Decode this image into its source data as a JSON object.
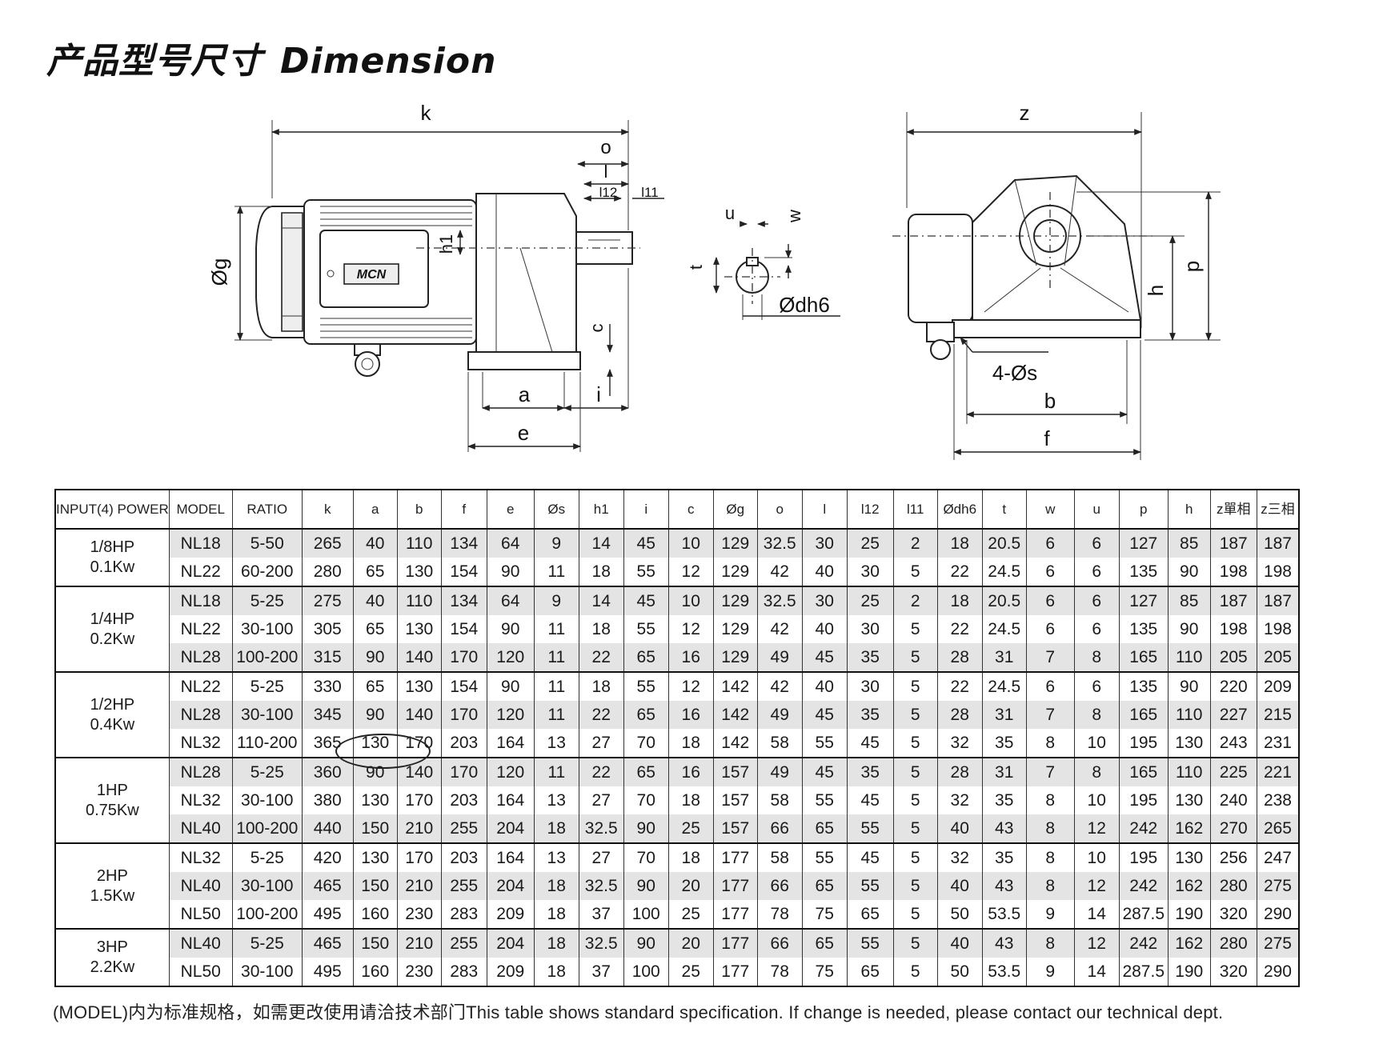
{
  "title": {
    "cn": "产品型号尺寸",
    "en": "Dimension"
  },
  "figure_labels": {
    "k": "k",
    "o": "o",
    "l": "l",
    "l12": "l12",
    "l11": "l11",
    "h1": "h1",
    "g": "Øg",
    "c": "c",
    "a": "a",
    "i": "i",
    "e": "e",
    "u": "u",
    "w": "w",
    "t": "t",
    "dh6": "Ødh6",
    "z": "z",
    "p": "p",
    "h": "h",
    "s": "4-Øs",
    "b": "b",
    "f": "f",
    "logo": "MCN"
  },
  "table": {
    "headers": [
      "INPUT(4) POWER",
      "MODEL",
      "RATIO",
      "k",
      "a",
      "b",
      "f",
      "e",
      "Øs",
      "h1",
      "i",
      "c",
      "Øg",
      "o",
      "l",
      "l12",
      "l11",
      "Ødh6",
      "t",
      "w",
      "u",
      "p",
      "h",
      "z單相",
      "z三相"
    ],
    "groups": [
      {
        "power": "1/8HP",
        "kw": "0.1Kw",
        "rows": [
          [
            "NL18",
            "5-50",
            "265",
            "40",
            "110",
            "134",
            "64",
            "9",
            "14",
            "45",
            "10",
            "129",
            "32.5",
            "30",
            "25",
            "2",
            "18",
            "20.5",
            "6",
            "6",
            "127",
            "85",
            "187",
            "187"
          ],
          [
            "NL22",
            "60-200",
            "280",
            "65",
            "130",
            "154",
            "90",
            "11",
            "18",
            "55",
            "12",
            "129",
            "42",
            "40",
            "30",
            "5",
            "22",
            "24.5",
            "6",
            "6",
            "135",
            "90",
            "198",
            "198"
          ]
        ]
      },
      {
        "power": "1/4HP",
        "kw": "0.2Kw",
        "rows": [
          [
            "NL18",
            "5-25",
            "275",
            "40",
            "110",
            "134",
            "64",
            "9",
            "14",
            "45",
            "10",
            "129",
            "32.5",
            "30",
            "25",
            "2",
            "18",
            "20.5",
            "6",
            "6",
            "127",
            "85",
            "187",
            "187"
          ],
          [
            "NL22",
            "30-100",
            "305",
            "65",
            "130",
            "154",
            "90",
            "11",
            "18",
            "55",
            "12",
            "129",
            "42",
            "40",
            "30",
            "5",
            "22",
            "24.5",
            "6",
            "6",
            "135",
            "90",
            "198",
            "198"
          ],
          [
            "NL28",
            "100-200",
            "315",
            "90",
            "140",
            "170",
            "120",
            "11",
            "22",
            "65",
            "16",
            "129",
            "49",
            "45",
            "35",
            "5",
            "28",
            "31",
            "7",
            "8",
            "165",
            "110",
            "205",
            "205"
          ]
        ]
      },
      {
        "power": "1/2HP",
        "kw": "0.4Kw",
        "rows": [
          [
            "NL22",
            "5-25",
            "330",
            "65",
            "130",
            "154",
            "90",
            "11",
            "18",
            "55",
            "12",
            "142",
            "42",
            "40",
            "30",
            "5",
            "22",
            "24.5",
            "6",
            "6",
            "135",
            "90",
            "220",
            "209"
          ],
          [
            "NL28",
            "30-100",
            "345",
            "90",
            "140",
            "170",
            "120",
            "11",
            "22",
            "65",
            "16",
            "142",
            "49",
            "45",
            "35",
            "5",
            "28",
            "31",
            "7",
            "8",
            "165",
            "110",
            "227",
            "215"
          ],
          [
            "NL32",
            "110-200",
            "365",
            "130",
            "170",
            "203",
            "164",
            "13",
            "27",
            "70",
            "18",
            "142",
            "58",
            "55",
            "45",
            "5",
            "32",
            "35",
            "8",
            "10",
            "195",
            "130",
            "243",
            "231"
          ]
        ]
      },
      {
        "power": "1HP",
        "kw": "0.75Kw",
        "rows": [
          [
            "NL28",
            "5-25",
            "360",
            "90",
            "140",
            "170",
            "120",
            "11",
            "22",
            "65",
            "16",
            "157",
            "49",
            "45",
            "35",
            "5",
            "28",
            "31",
            "7",
            "8",
            "165",
            "110",
            "225",
            "221"
          ],
          [
            "NL32",
            "30-100",
            "380",
            "130",
            "170",
            "203",
            "164",
            "13",
            "27",
            "70",
            "18",
            "157",
            "58",
            "55",
            "45",
            "5",
            "32",
            "35",
            "8",
            "10",
            "195",
            "130",
            "240",
            "238"
          ],
          [
            "NL40",
            "100-200",
            "440",
            "150",
            "210",
            "255",
            "204",
            "18",
            "32.5",
            "90",
            "25",
            "157",
            "66",
            "65",
            "55",
            "5",
            "40",
            "43",
            "8",
            "12",
            "242",
            "162",
            "270",
            "265"
          ]
        ]
      },
      {
        "power": "2HP",
        "kw": "1.5Kw",
        "rows": [
          [
            "NL32",
            "5-25",
            "420",
            "130",
            "170",
            "203",
            "164",
            "13",
            "27",
            "70",
            "18",
            "177",
            "58",
            "55",
            "45",
            "5",
            "32",
            "35",
            "8",
            "10",
            "195",
            "130",
            "256",
            "247"
          ],
          [
            "NL40",
            "30-100",
            "465",
            "150",
            "210",
            "255",
            "204",
            "18",
            "32.5",
            "90",
            "20",
            "177",
            "66",
            "65",
            "55",
            "5",
            "40",
            "43",
            "8",
            "12",
            "242",
            "162",
            "280",
            "275"
          ],
          [
            "NL50",
            "100-200",
            "495",
            "160",
            "230",
            "283",
            "209",
            "18",
            "37",
            "100",
            "25",
            "177",
            "78",
            "75",
            "65",
            "5",
            "50",
            "53.5",
            "9",
            "14",
            "287.5",
            "190",
            "320",
            "290"
          ]
        ]
      },
      {
        "power": "3HP",
        "kw": "2.2Kw",
        "rows": [
          [
            "NL40",
            "5-25",
            "465",
            "150",
            "210",
            "255",
            "204",
            "18",
            "32.5",
            "90",
            "20",
            "177",
            "66",
            "65",
            "55",
            "5",
            "40",
            "43",
            "8",
            "12",
            "242",
            "162",
            "280",
            "275"
          ],
          [
            "NL50",
            "30-100",
            "495",
            "160",
            "230",
            "283",
            "209",
            "18",
            "37",
            "100",
            "25",
            "177",
            "78",
            "75",
            "65",
            "5",
            "50",
            "53.5",
            "9",
            "14",
            "287.5",
            "190",
            "320",
            "290"
          ]
        ]
      }
    ]
  },
  "footnote": "(MODEL)内为标准规格，如需更改使用请洽技术部门This table shows standard specification. If change is needed, please contact our technical dept."
}
